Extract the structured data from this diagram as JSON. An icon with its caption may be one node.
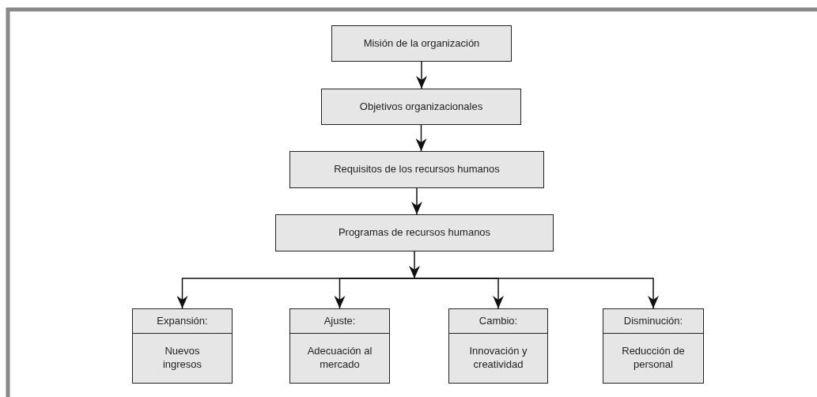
{
  "diagram": {
    "nodes": [
      {
        "text": [
          "Misión de la organización"
        ]
      },
      {
        "text": [
          "Objetivos organizacionales"
        ]
      },
      {
        "text": [
          "Requisitos de los recursos humanos"
        ]
      },
      {
        "text": [
          "Programas de recursos humanos"
        ]
      },
      {
        "text": [
          "Expansión:",
          "Nuevos ingresos"
        ]
      },
      {
        "text": [
          "Ajuste:",
          "Adecuación al mercado"
        ]
      },
      {
        "text": [
          "Cambio:",
          "Innovación y creatividad"
        ]
      },
      {
        "text": [
          "Disminución:",
          "Reducción de personal"
        ]
      }
    ],
    "edges": [
      {
        "from": 0,
        "to": 1,
        "arrow": "to"
      },
      {
        "from": 1,
        "to": 2,
        "arrow": "to"
      },
      {
        "from": 2,
        "to": 3,
        "arrow": "to"
      },
      {
        "from": 3,
        "to": 4,
        "arrow": "to"
      },
      {
        "from": 3,
        "to": 5,
        "arrow": "to"
      },
      {
        "from": 3,
        "to": 6,
        "arrow": "to"
      },
      {
        "from": 3,
        "to": 7,
        "arrow": "to"
      }
    ]
  }
}
